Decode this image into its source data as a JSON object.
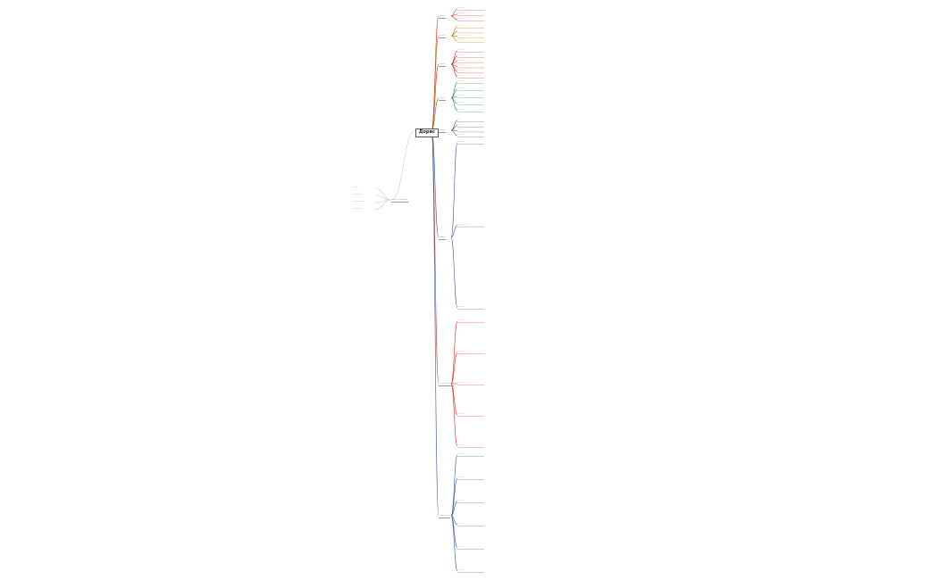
{
  "root": {
    "label": "Дорис"
  },
  "colors": {
    "red": "#d93025",
    "orange": "#c27a00",
    "green": "#2e8b57",
    "blue": "#3a5a9a",
    "teal": "#2a8a8a",
    "purple": "#7b4ea0",
    "line": "#c9c9c9"
  },
  "branches": [
    {
      "id": "b1",
      "label": "......",
      "children": [
        "..........",
        ".............",
        "......"
      ]
    },
    {
      "id": "b2",
      "label": "......",
      "children": [
        "........",
        "...",
        "..................",
        "........"
      ]
    },
    {
      "id": "b3",
      "label": "......",
      "children": [
        ".........",
        ".........",
        "..........",
        ".........",
        "............",
        "........"
      ]
    },
    {
      "id": "b4",
      "label": "......",
      "children": [
        "..........",
        "........",
        "..........",
        ".........",
        ".........."
      ]
    },
    {
      "id": "b5",
      "label": "......",
      "children": [
        "....",
        "....",
        "........",
        "........."
      ]
    },
    {
      "id": "b6",
      "label": "......",
      "children": [
        "..........",
        "..............",
        ".........."
      ]
    },
    {
      "id": "b7",
      "label": "..............",
      "children": [
        ".........",
        ".........",
        ".........",
        ".........",
        "........."
      ]
    },
    {
      "id": "b8",
      "label": "..........",
      "children": [
        "..........",
        "........",
        ".........",
        "........",
        "........",
        "........."
      ]
    }
  ],
  "left_branch": {
    "label": "................",
    "children": [
      "......",
      "..........",
      "..............",
      "............"
    ]
  }
}
